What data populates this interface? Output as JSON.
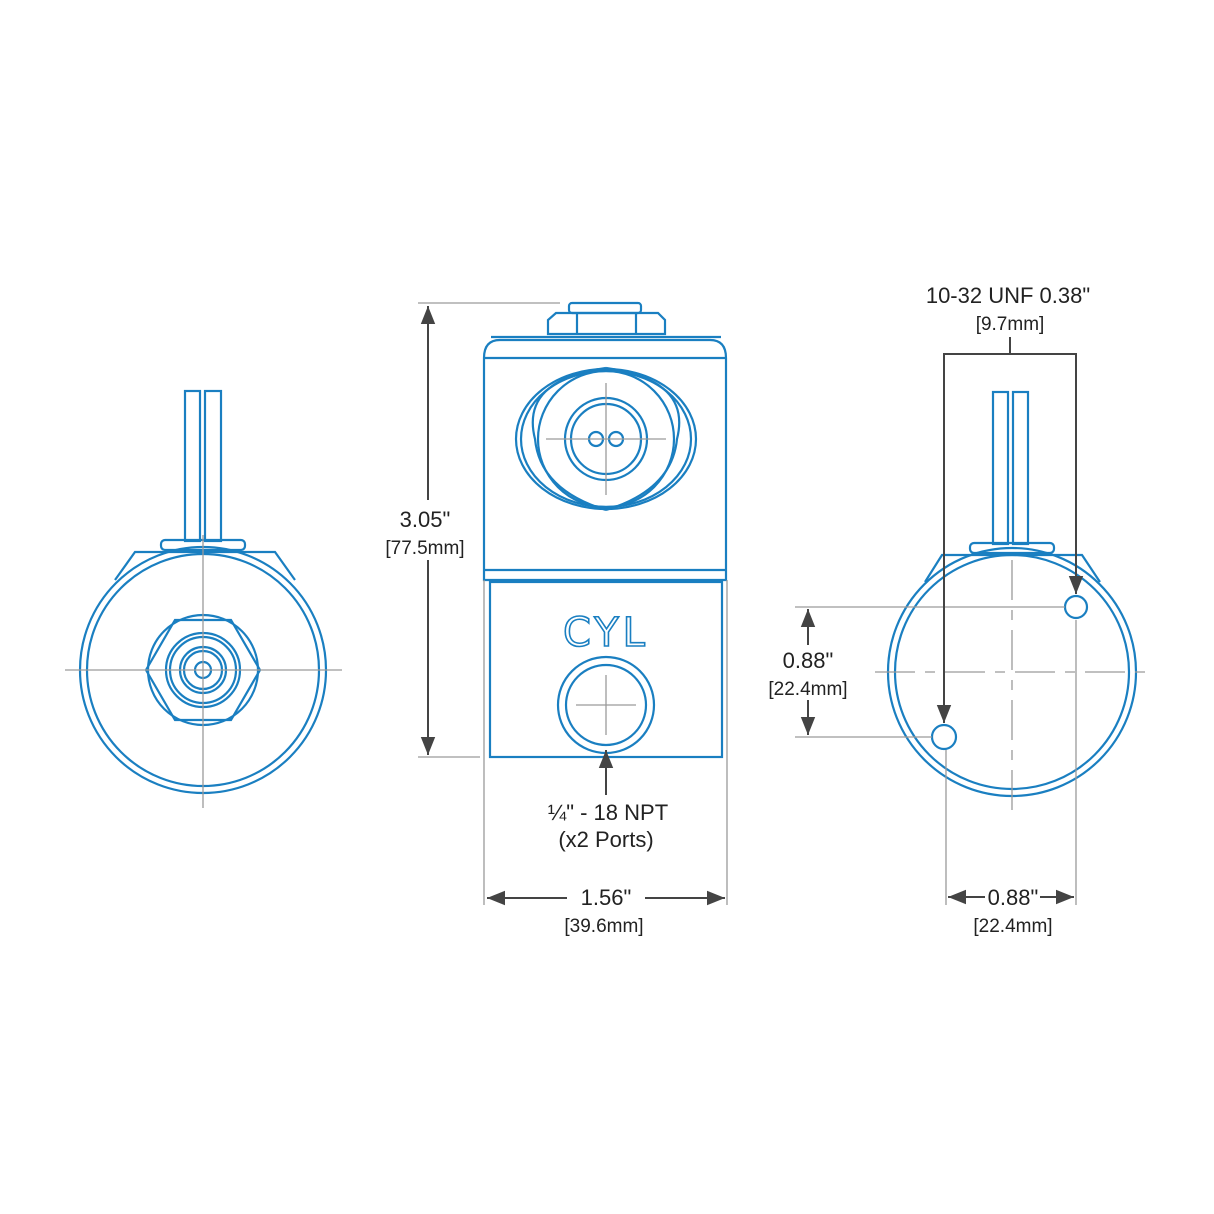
{
  "colors": {
    "part": "#1a7fc1",
    "centerline": "#9a9a9a",
    "dimension": "#444444",
    "text": "#222222"
  },
  "body_label": "CYL",
  "dimensions": {
    "height": {
      "inch": "3.05\"",
      "mm": "[77.5mm]"
    },
    "width": {
      "inch": "1.56\"",
      "mm": "[39.6mm]"
    },
    "port": {
      "line1": "¼\" - 18 NPT",
      "line2": "(x2 Ports)"
    },
    "hole_spacing_vertical": {
      "inch": "0.88\"",
      "mm": "[22.4mm]"
    },
    "hole_spacing_horizontal": {
      "inch": "0.88\"",
      "mm": "[22.4mm]"
    },
    "mount_thread": {
      "line1": "10-32 UNF 0.38\"",
      "line2": "[9.7mm]"
    }
  }
}
